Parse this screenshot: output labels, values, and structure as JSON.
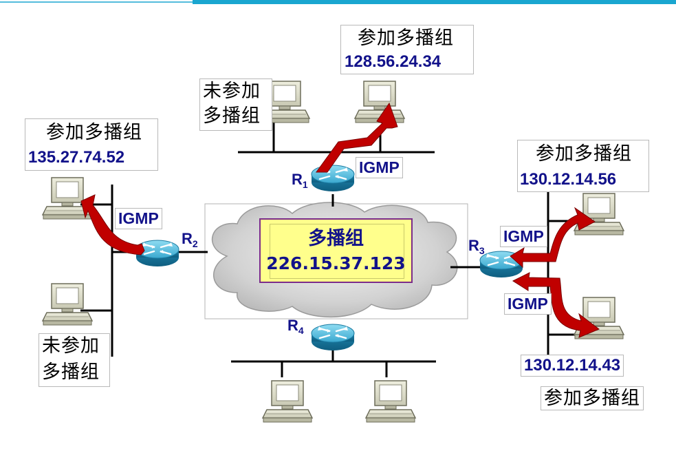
{
  "joined_label": "参加多播组",
  "not_joined_label_line1": "未参加",
  "not_joined_label_line2": "多播组",
  "igmp": "IGMP",
  "multicast_group": {
    "label": "多播组",
    "address": "226.15.37.123"
  },
  "hosts": {
    "top": "128.56.24.34",
    "left": "135.27.74.52",
    "right_upper": "130.12.14.56",
    "right_lower": "130.12.14.43"
  },
  "routers": {
    "r1": {
      "letter": "R",
      "sub": "1"
    },
    "r2": {
      "letter": "R",
      "sub": "2"
    },
    "r3": {
      "letter": "R",
      "sub": "3"
    },
    "r4": {
      "letter": "R",
      "sub": "4"
    }
  },
  "colors": {
    "igmp_arrow": "#c00000",
    "router": "#2aa0c8",
    "group_box": "#ffff8c",
    "text_blue": "#12128a",
    "header_bar": "#1aa6d0"
  }
}
